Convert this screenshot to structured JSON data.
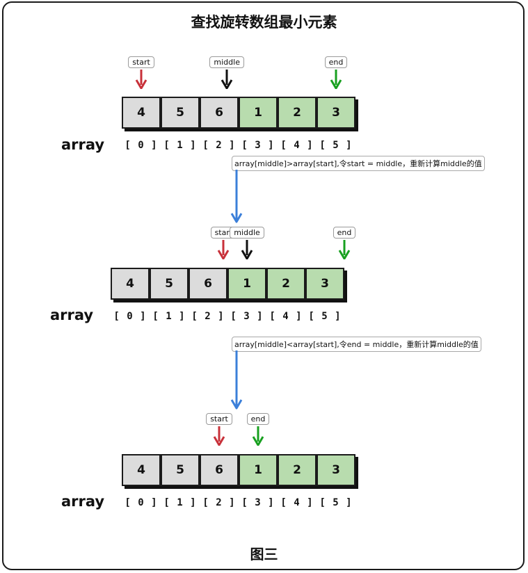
{
  "title": "查找旋转数组最小元素",
  "caption": "图三",
  "array_label": "array",
  "colors": {
    "sorted_left": "#dcdcdc",
    "sorted_right": "#b8dcae",
    "start": "#c8313a",
    "middle": "#111111",
    "end": "#18a020",
    "flow_arrow": "#3b7fd9"
  },
  "steps": [
    {
      "cells": [
        {
          "value": "4",
          "index": "[0]",
          "group": "grey"
        },
        {
          "value": "5",
          "index": "[1]",
          "group": "grey"
        },
        {
          "value": "6",
          "index": "[2]",
          "group": "grey"
        },
        {
          "value": "1",
          "index": "[3]",
          "group": "green"
        },
        {
          "value": "2",
          "index": "[4]",
          "group": "green"
        },
        {
          "value": "3",
          "index": "[5]",
          "group": "green"
        }
      ],
      "pointers": [
        {
          "label": "start",
          "color": "#c8313a",
          "at": 0
        },
        {
          "label": "middle",
          "color": "#111111",
          "at": 2.2
        },
        {
          "label": "end",
          "color": "#18a020",
          "at": 5
        }
      ],
      "note": "array[middle]>array[start],令start = middle，重新计算middle的值"
    },
    {
      "cells": [
        {
          "value": "4",
          "index": "[0]",
          "group": "grey"
        },
        {
          "value": "5",
          "index": "[1]",
          "group": "grey"
        },
        {
          "value": "6",
          "index": "[2]",
          "group": "grey"
        },
        {
          "value": "1",
          "index": "[3]",
          "group": "green"
        },
        {
          "value": "2",
          "index": "[4]",
          "group": "green"
        },
        {
          "value": "3",
          "index": "[5]",
          "group": "green"
        }
      ],
      "pointers": [
        {
          "label": "start",
          "color": "#c8313a",
          "at": 2.4
        },
        {
          "label": "middle",
          "color": "#111111",
          "at": 3
        },
        {
          "label": "end",
          "color": "#18a020",
          "at": 5.5
        }
      ],
      "note": "array[middle]<array[start],令end = middle，重新计算middle的值"
    },
    {
      "cells": [
        {
          "value": "4",
          "index": "[0]",
          "group": "grey"
        },
        {
          "value": "5",
          "index": "[1]",
          "group": "grey"
        },
        {
          "value": "6",
          "index": "[2]",
          "group": "grey"
        },
        {
          "value": "1",
          "index": "[3]",
          "group": "green"
        },
        {
          "value": "2",
          "index": "[4]",
          "group": "green"
        },
        {
          "value": "3",
          "index": "[5]",
          "group": "green"
        }
      ],
      "pointers": [
        {
          "label": "start",
          "color": "#c8313a",
          "at": 2
        },
        {
          "label": "end",
          "color": "#18a020",
          "at": 3
        }
      ],
      "note": ""
    }
  ]
}
